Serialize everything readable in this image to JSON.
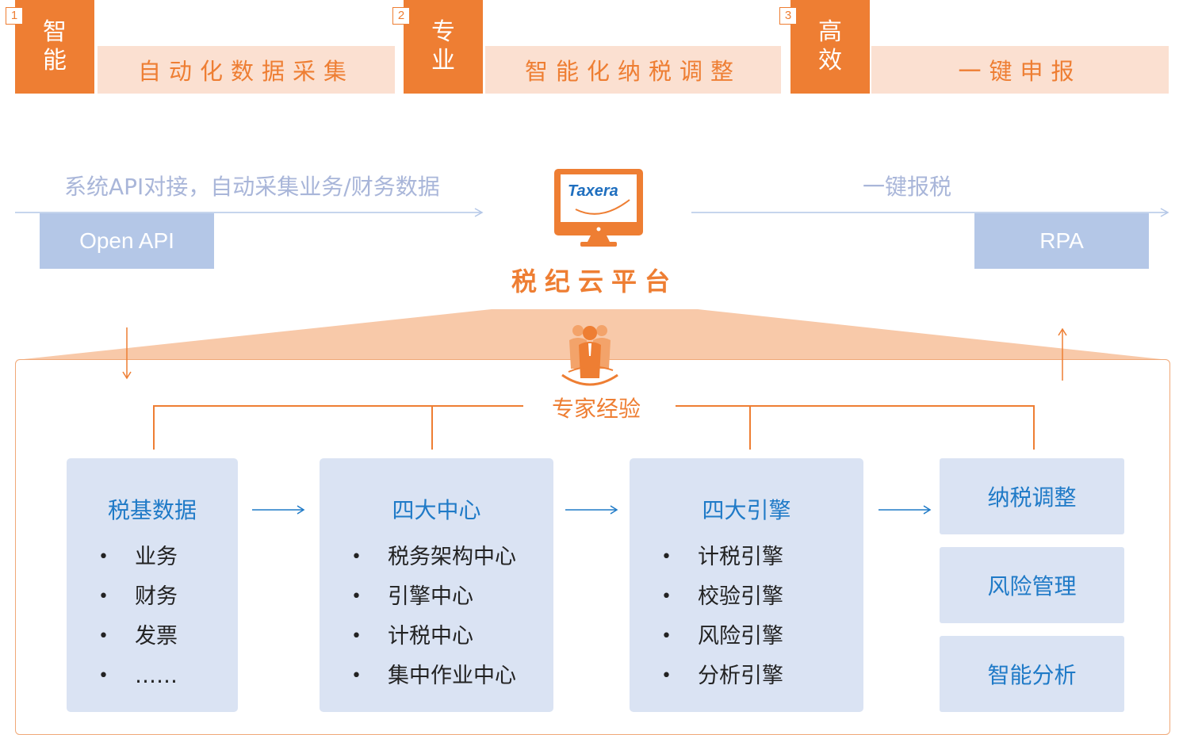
{
  "banners": [
    {
      "num": "1",
      "tag": [
        "智",
        "能"
      ],
      "text": "自动化数据采集"
    },
    {
      "num": "2",
      "tag": [
        "专",
        "业"
      ],
      "text": "智能化纳税调整"
    },
    {
      "num": "3",
      "tag": [
        "高",
        "效"
      ],
      "text": "一键申报"
    }
  ],
  "left_flow": {
    "caption": "系统API对接，自动采集业务/财务数据",
    "box": "Open API"
  },
  "right_flow": {
    "caption": "一键报税",
    "box": "RPA"
  },
  "platform": {
    "logo": "Taxera",
    "name": "税纪云平台"
  },
  "expert": "专家经验",
  "cards": [
    {
      "title": "税基数据",
      "items": [
        "业务",
        "财务",
        "发票",
        "……"
      ]
    },
    {
      "title": "四大中心",
      "items": [
        "税务架构中心",
        "引擎中心",
        "计税中心",
        "集中作业中心"
      ]
    },
    {
      "title": "四大引擎",
      "items": [
        "计税引擎",
        "校验引擎",
        "风险引擎",
        "分析引擎"
      ]
    }
  ],
  "outputs": [
    "纳税调整",
    "风险管理",
    "智能分析"
  ],
  "colors": {
    "orange": "#ee7e33",
    "light_orange": "#fbe0d1",
    "card_blue": "#dae3f3",
    "title_blue": "#1f7ac7",
    "grey_blue": "#b4c7e7"
  }
}
